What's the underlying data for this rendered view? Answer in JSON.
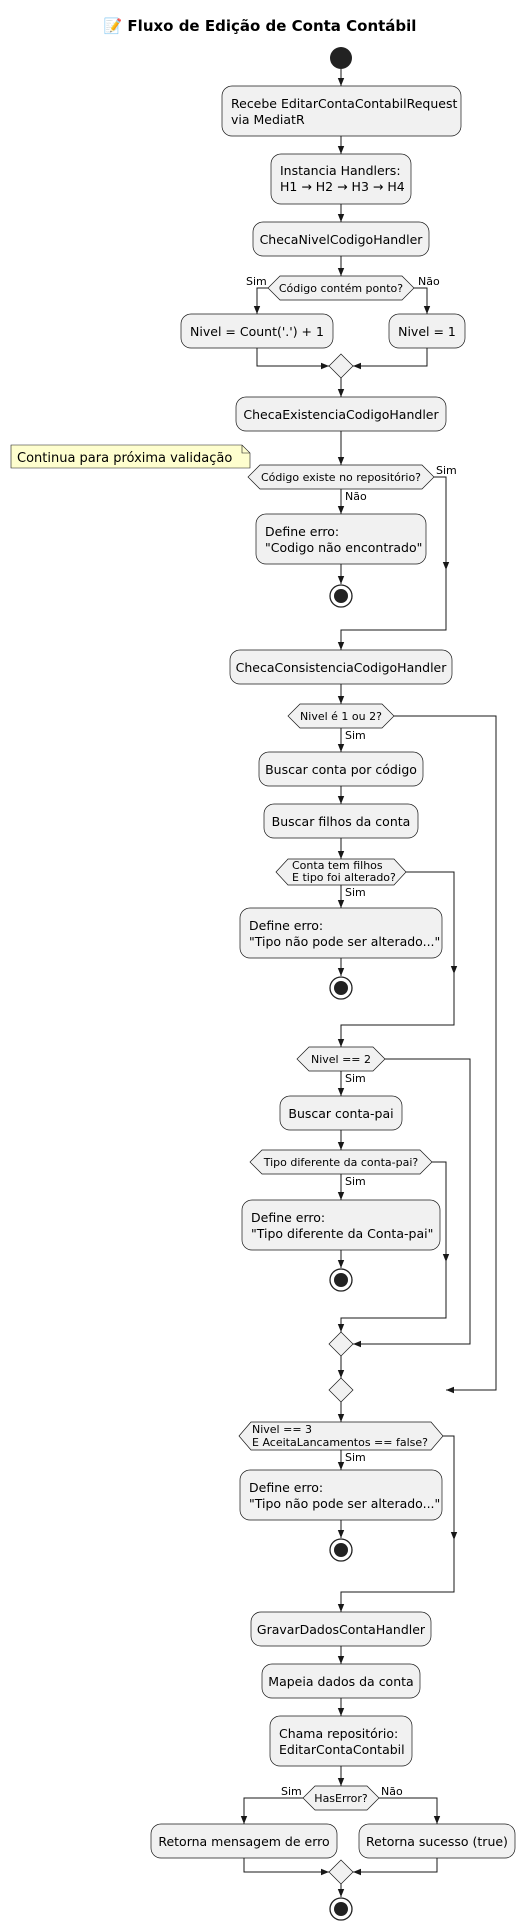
{
  "title": "📝 Fluxo de Edição de Conta Contábil",
  "note": "Continua para próxima validação",
  "nodes": {
    "receive_1": "Recebe EditarContaContabilRequest",
    "receive_2": "via MediatR",
    "instantiate_1": "Instancia Handlers:",
    "instantiate_2": "H1 → H2 → H3 → H4",
    "checa_nivel": "ChecaNivelCodigoHandler",
    "nivel_count": "Nivel = Count('.') + 1",
    "nivel_one": "Nivel = 1",
    "checa_existencia": "ChecaExistenciaCodigoHandler",
    "erro_nao_encontrado_1": "Define erro:",
    "erro_nao_encontrado_2": "\"Codigo não encontrado\"",
    "checa_consistencia": "ChecaConsistenciaCodigoHandler",
    "buscar_conta": "Buscar conta por código",
    "buscar_filhos": "Buscar filhos da conta",
    "erro_tipo_alterado_1": "Define erro:",
    "erro_tipo_alterado_2": "\"Tipo não pode ser alterado...\"",
    "buscar_pai": "Buscar conta-pai",
    "erro_tipo_pai_1": "Define erro:",
    "erro_tipo_pai_2": "\"Tipo diferente da Conta-pai\"",
    "erro_lanc_1": "Define erro:",
    "erro_lanc_2": "\"Tipo não pode ser alterado...\"",
    "gravar": "GravarDadosContaHandler",
    "mapeia": "Mapeia dados da conta",
    "chama_repo_1": "Chama repositório:",
    "chama_repo_2": "EditarContaContabil",
    "retorna_erro": "Retorna mensagem de erro",
    "retorna_sucesso": "Retorna sucesso (true)"
  },
  "decisions": {
    "ponto": "Código contém ponto?",
    "existe": "Código existe no repositório?",
    "nivel12": "Nivel é 1 ou 2?",
    "filhos_1": "Conta tem filhos",
    "filhos_2": "E tipo foi alterado?",
    "nivel2": "Nivel == 2",
    "tipo_pai": "Tipo diferente da conta-pai?",
    "lanc_1": "Nivel == 3",
    "lanc_2": "E AceitaLancamentos == false?",
    "has_error": "HasError?"
  },
  "labels": {
    "sim": "Sim",
    "nao": "Não"
  }
}
